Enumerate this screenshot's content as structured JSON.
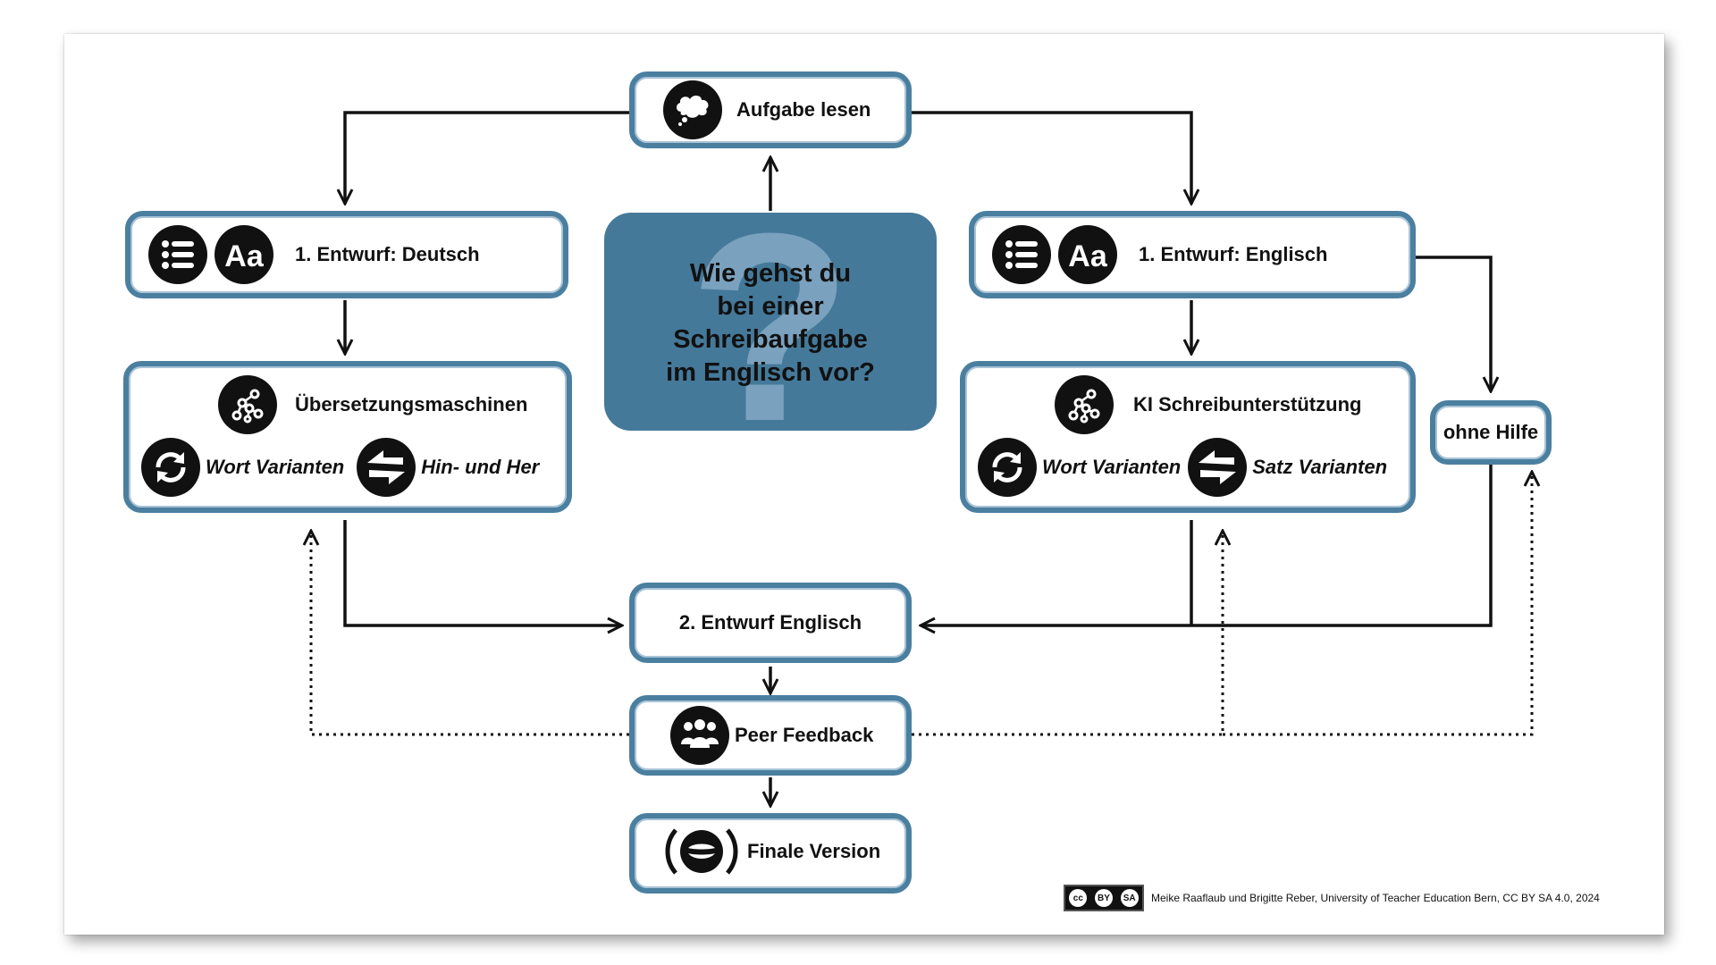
{
  "center": {
    "question_mark": "?",
    "lines": [
      "Wie gehst du",
      "bei einer",
      "Schreibaufgabe",
      "im Englisch vor?"
    ]
  },
  "nodes": {
    "read_task": {
      "label": "Aufgabe lesen",
      "icon": "thought-bubble-icon"
    },
    "draft_german": {
      "label": "1. Entwurf: Deutsch",
      "icons": [
        "list-icon",
        "font-aa-icon"
      ]
    },
    "draft_english": {
      "label": "1. Entwurf: Englisch",
      "icons": [
        "list-icon",
        "font-aa-icon"
      ]
    },
    "translation_machines": {
      "title": "Übersetzungsmaschinen",
      "icon": "network-nodes-icon",
      "option1": "Wort Varianten",
      "option1_icon": "refresh-cycle-icon",
      "option2": "Hin- und Her",
      "option2_icon": "swap-arrows-icon"
    },
    "ai_writing": {
      "title": "KI Schreibunterstützung",
      "icon": "network-nodes-icon",
      "option1": "Wort Varianten",
      "option1_icon": "refresh-cycle-icon",
      "option2": "Satz Varianten",
      "option2_icon": "swap-arrows-icon"
    },
    "no_help": {
      "label": "ohne Hilfe"
    },
    "second_draft": {
      "label": "2. Entwurf Englisch"
    },
    "peer_feedback": {
      "label": "Peer Feedback",
      "icon": "group-people-icon"
    },
    "final_version": {
      "label": "Finale Version",
      "icon": "speaking-mouth-icon"
    }
  },
  "credit": {
    "license_badge": [
      "cc",
      "BY",
      "SA"
    ],
    "text": "Meike Raaflaub und Brigitte Reber, University of Teacher Education Bern, CC BY SA 4.0, 2024"
  },
  "colors": {
    "box_border": "#4a7fa0",
    "center_fill": "#45799a",
    "question_mark": "#7aa1bd",
    "arrows": "#111111"
  }
}
